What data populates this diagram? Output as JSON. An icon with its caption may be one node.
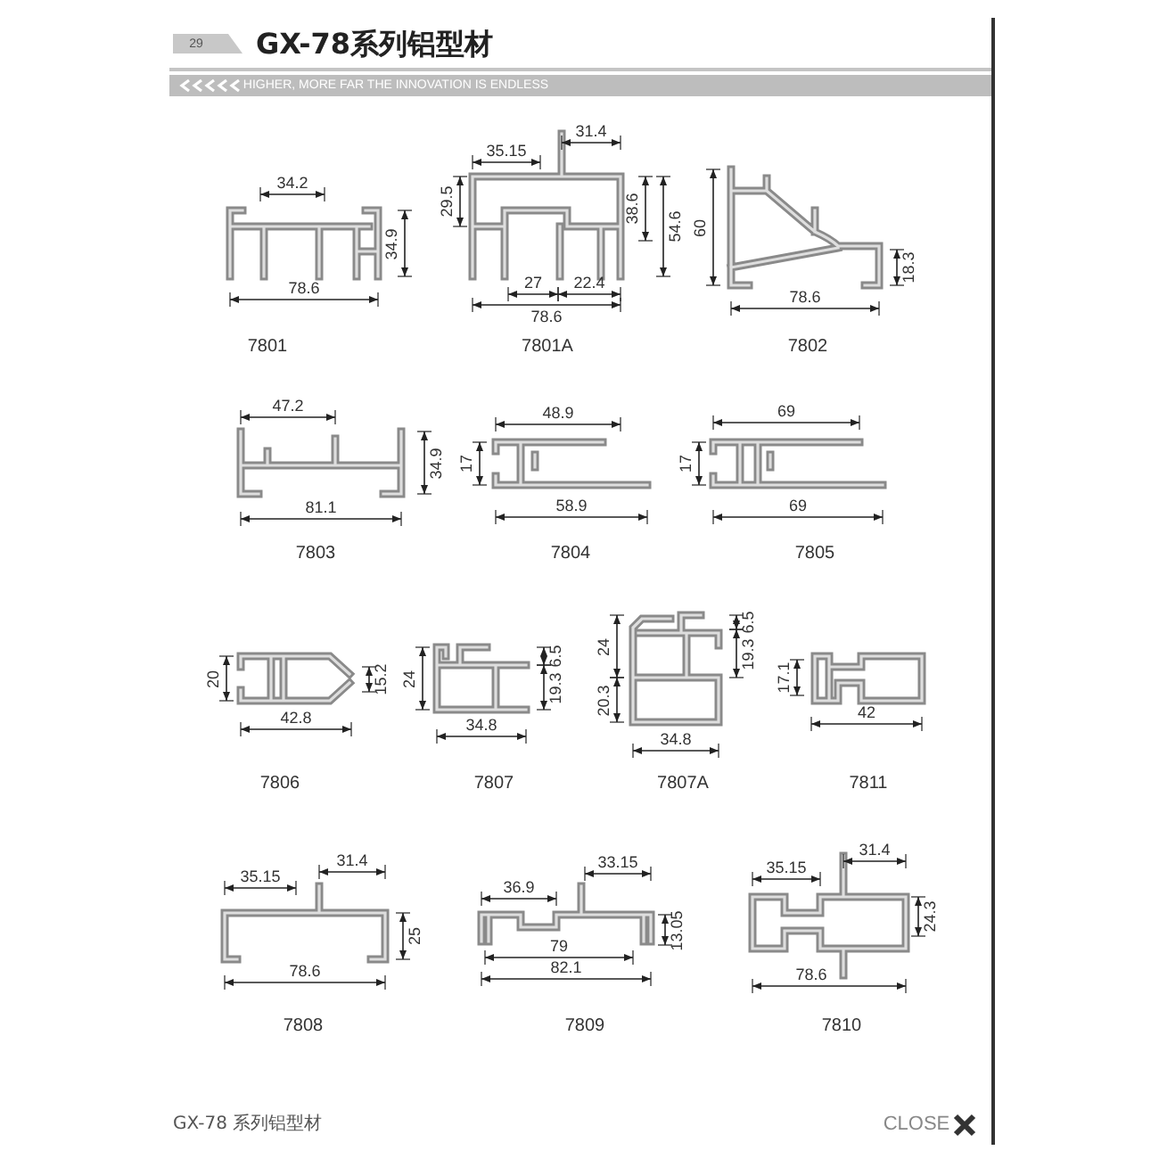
{
  "diagram": {
    "title": "GX-78系列铝型材",
    "labels": [
      "29",
      "HIGHER, MORE FAR THE INNOVATION IS ENDLESS",
      "34.2",
      "34.9",
      "78.6",
      "7801",
      "31.4",
      "35.15",
      "29.5",
      "38.6",
      "54.6",
      "27",
      "22.4",
      "78.6",
      "7801A",
      "60",
      "18.3",
      "78.6",
      "7802",
      "47.2",
      "34.9",
      "81.1",
      "7803",
      "48.9",
      "17",
      "58.9",
      "7804",
      "69",
      "17",
      "69",
      "7805",
      "20",
      "15.2",
      "42.8",
      "7806",
      "24",
      "6.5",
      "19.3",
      "34.8",
      "7807",
      "6.5",
      "24",
      "19.3",
      "20.3",
      "34.8",
      "7807A",
      "17.1",
      "42",
      "7811",
      "35.15",
      "31.4",
      "25",
      "78.6",
      "7808",
      "36.9",
      "33.15",
      "13.05",
      "79",
      "82.1",
      "7809",
      "35.15",
      "31.4",
      "24.3",
      "78.6",
      "7810",
      "GX-78 系列铝型材",
      "CLOSE"
    ]
  }
}
